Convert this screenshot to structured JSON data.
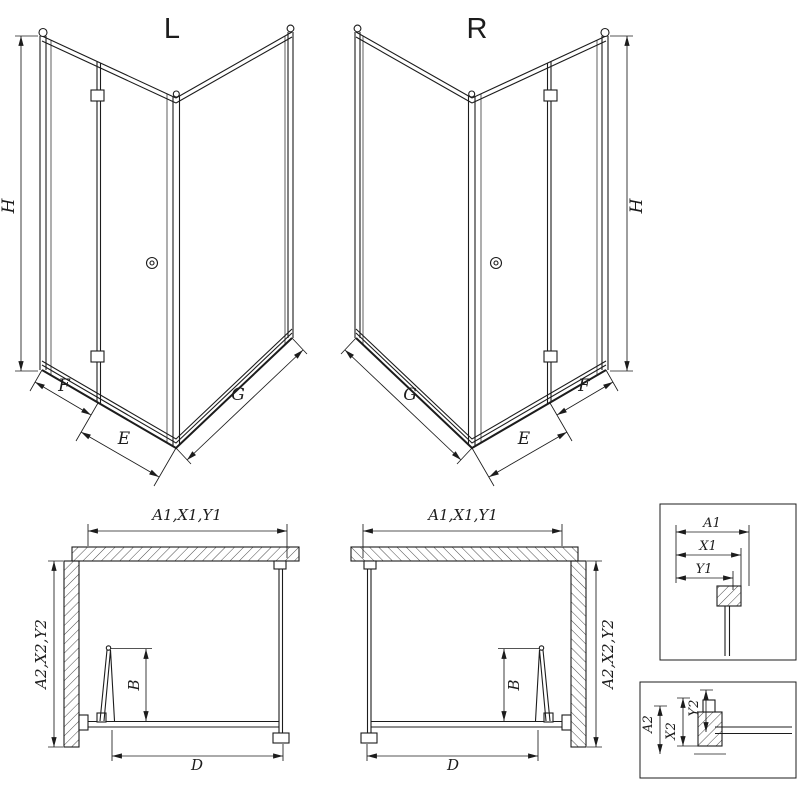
{
  "diagram": {
    "perspective_left": {
      "label": "L",
      "dim_h": "H",
      "dim_f": "F",
      "dim_e": "E",
      "dim_g": "G"
    },
    "perspective_right": {
      "label": "R",
      "dim_h": "H",
      "dim_f": "F",
      "dim_e": "E",
      "dim_g": "G"
    },
    "plan_left": {
      "dim_a1": "A1,X1,Y1",
      "dim_a2": "A2,X2,Y2",
      "dim_b": "B",
      "dim_d": "D"
    },
    "plan_right": {
      "dim_a1": "A1,X1,Y1",
      "dim_a2": "A2,X2,Y2",
      "dim_b": "B",
      "dim_d": "D"
    },
    "detail_top": {
      "dim_a1": "A1",
      "dim_x1": "X1",
      "dim_y1": "Y1"
    },
    "detail_bottom": {
      "dim_a2": "A2",
      "dim_x2": "X2",
      "dim_y2": "Y2"
    }
  },
  "colors": {
    "ink": "#1c1c1c",
    "paper": "#ffffff"
  }
}
